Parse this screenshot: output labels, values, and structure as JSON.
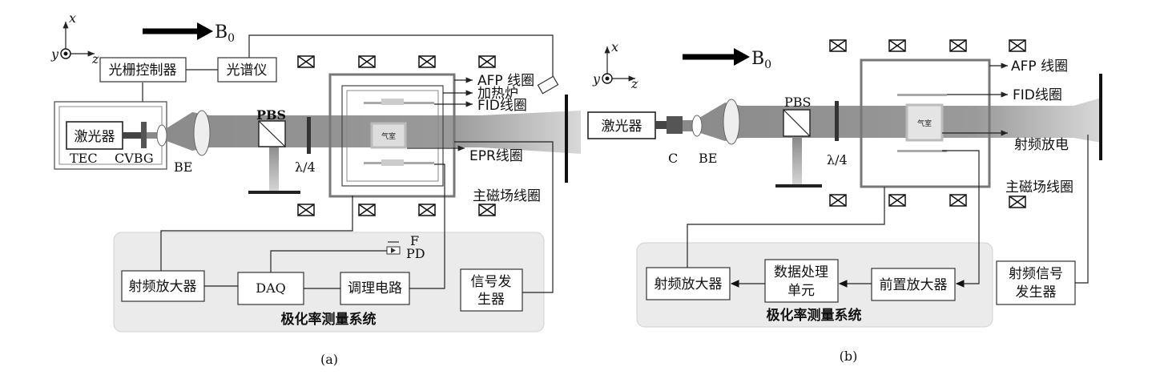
{
  "panel_a": {
    "caption": "(a)",
    "b0_label": "B",
    "b0_sub": "0",
    "axis_x": "x",
    "axis_y": "y",
    "axis_z": "z",
    "grating_controller": "光栅控制器",
    "spectrometer": "光谱仪",
    "laser": "激光器",
    "tec": "TEC",
    "cvbg": "CVBG",
    "be": "BE",
    "pbs": "PBS",
    "quarter_wave": "λ/4",
    "cell": "气室",
    "afp_coil": "AFP 线圈",
    "heater": "加热炉",
    "fid_coil": "FID线圈",
    "epr_coil": "EPR线圈",
    "main_coil": "主磁场线圈",
    "filter": "F",
    "photodiode": "PD",
    "rf_amp": "射频放大器",
    "daq": "DAQ",
    "conditioning": "调理电路",
    "siggen_l1": "信号发",
    "siggen_l2": "生器",
    "system": "极化率测量系统"
  },
  "panel_b": {
    "caption": "(b)",
    "b0_label": "B",
    "b0_sub": "0",
    "axis_x": "x",
    "axis_y": "y",
    "axis_z": "z",
    "laser": "激光器",
    "c": "C",
    "be": "BE",
    "pbs": "PBS",
    "quarter_wave": "λ/4",
    "cell": "气室",
    "afp_coil": "AFP 线圈",
    "fid_coil": "FID线圈",
    "rf_discharge": "射频放电",
    "main_coil": "主磁场线圈",
    "rf_amp": "射频放大器",
    "dpu_l1": "数据处理",
    "dpu_l2": "单元",
    "preamp": "前置放大器",
    "rfgen_l1": "射频信号",
    "rfgen_l2": "发生器",
    "system": "极化率测量系统"
  }
}
